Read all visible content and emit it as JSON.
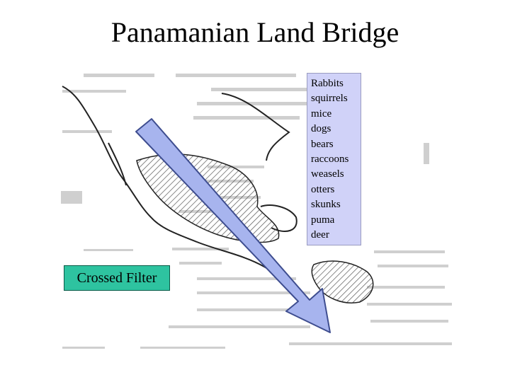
{
  "title": "Panamanian Land Bridge",
  "animals": [
    "Rabbits",
    "squirrels",
    "mice",
    "dogs",
    "bears",
    "raccoons",
    "weasels",
    "otters",
    "skunks",
    "puma",
    "deer"
  ],
  "filter_label": "Crossed Filter",
  "colors": {
    "animal_box": "#d0d2f8",
    "filter_box": "#2ec3a0",
    "arrow_fill": "#a7b4ee",
    "arrow_stroke": "#3e4d8f"
  }
}
